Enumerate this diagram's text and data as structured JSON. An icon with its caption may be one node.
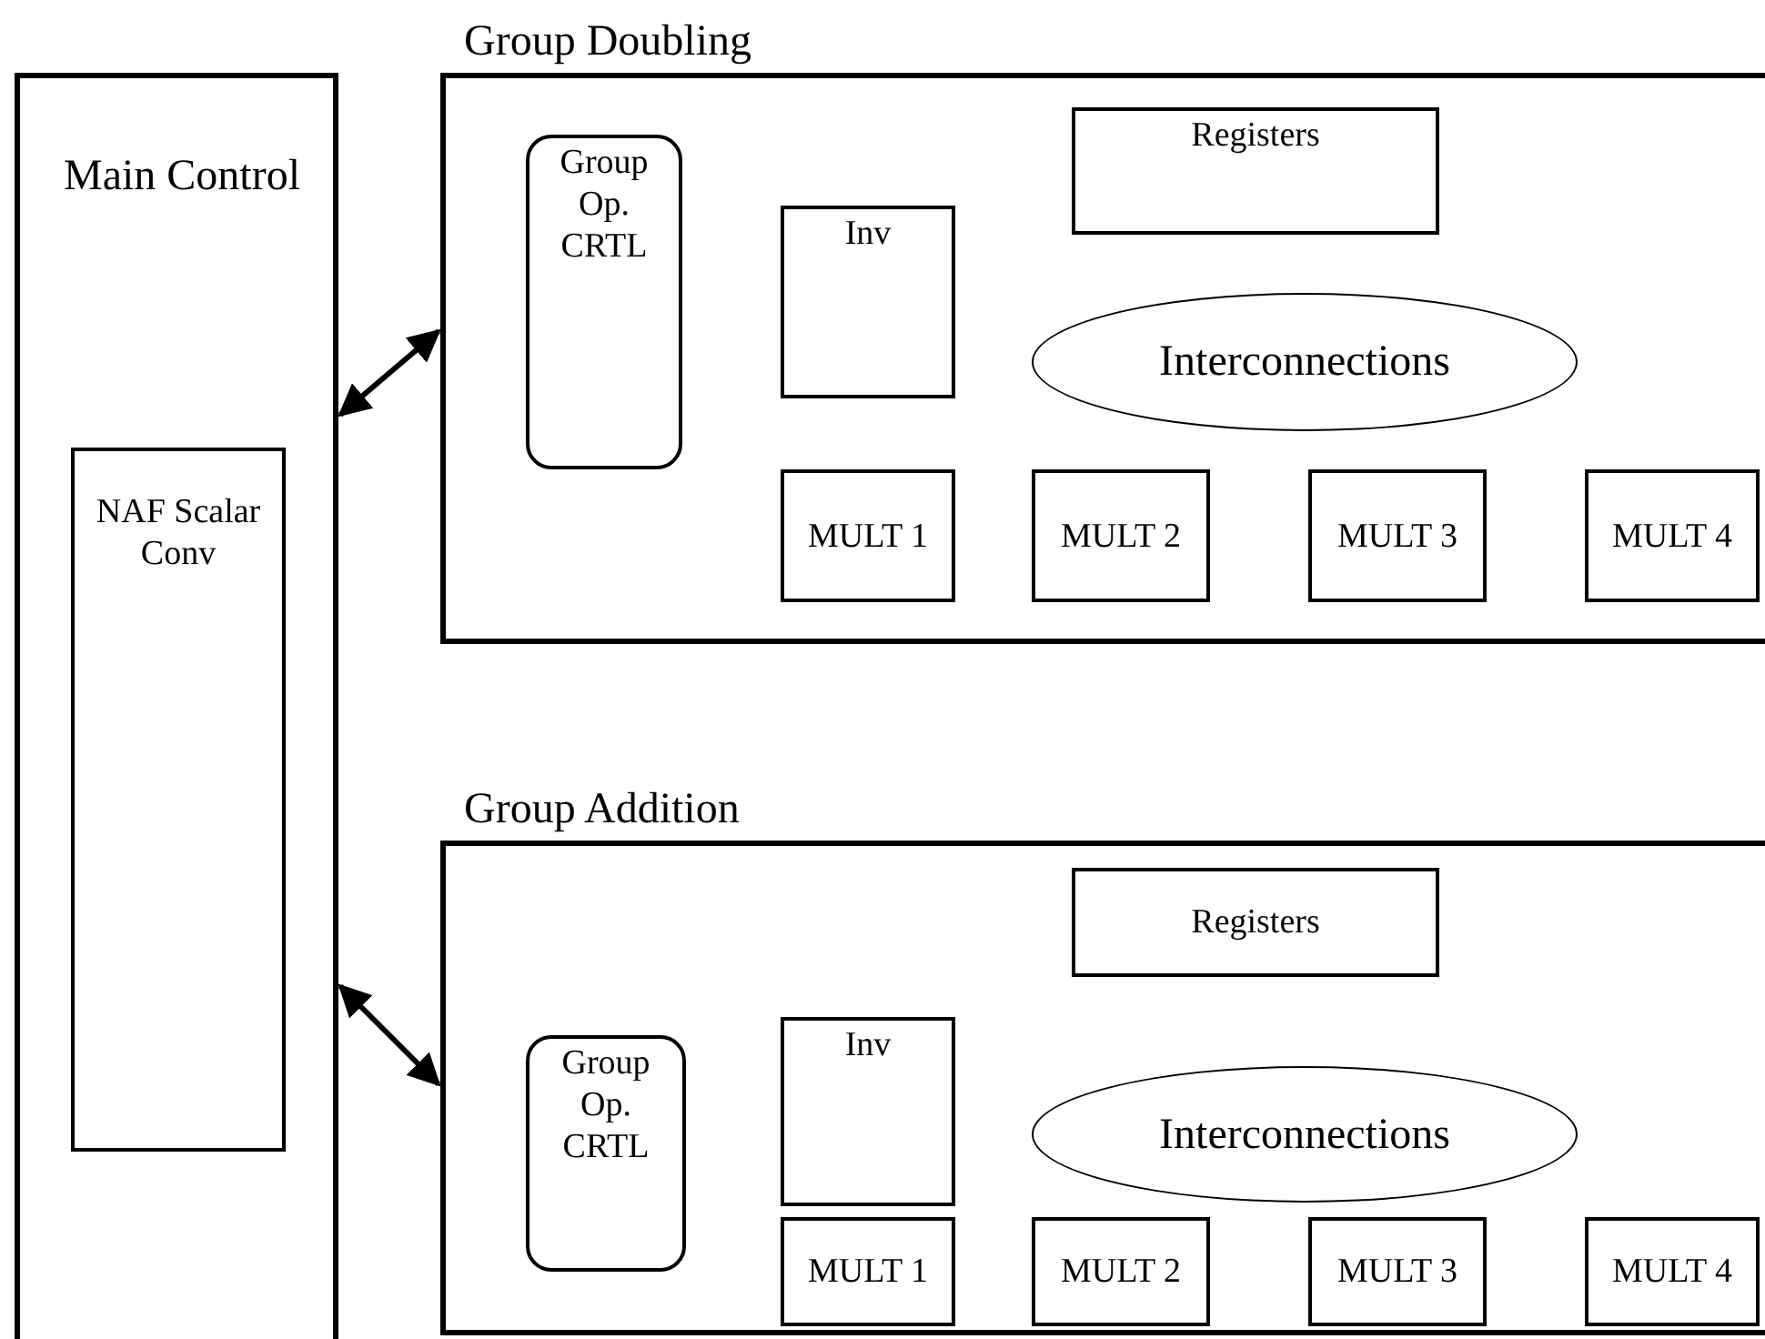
{
  "diagram": {
    "nodes": [
      {
        "text": [
          "Main Control"
        ]
      },
      {
        "text": [
          "NAF Scalar Conv"
        ],
        "in": 0
      },
      {
        "text": [
          "Group Doubling"
        ]
      },
      {
        "text": [
          "Group Op. CRTL"
        ],
        "in": 2
      },
      {
        "text": [
          "Registers"
        ],
        "in": 2
      },
      {
        "text": [
          "Inv"
        ],
        "in": 2
      },
      {
        "text": [
          "Interconnections"
        ],
        "in": 2
      },
      {
        "text": [
          "MULT 1"
        ],
        "in": 2
      },
      {
        "text": [
          "MULT 2"
        ],
        "in": 2
      },
      {
        "text": [
          "MULT 3"
        ],
        "in": 2
      },
      {
        "text": [
          "MULT 4"
        ],
        "in": 2
      },
      {
        "text": [
          "Group Addition"
        ]
      },
      {
        "text": [
          "Group Op. CRTL"
        ],
        "in": 11
      },
      {
        "text": [
          "Registers"
        ],
        "in": 11
      },
      {
        "text": [
          "Inv"
        ],
        "in": 11
      },
      {
        "text": [
          "Interconnections"
        ],
        "in": 11
      },
      {
        "text": [
          "MULT 1"
        ],
        "in": 11
      },
      {
        "text": [
          "MULT 2"
        ],
        "in": 11
      },
      {
        "text": [
          "MULT 3"
        ],
        "in": 11
      },
      {
        "text": [
          "MULT 4"
        ],
        "in": 11
      }
    ],
    "edges": [
      {
        "from": 0,
        "to": 2,
        "arrow": "both"
      },
      {
        "from": 0,
        "to": 11,
        "arrow": "both"
      }
    ]
  }
}
